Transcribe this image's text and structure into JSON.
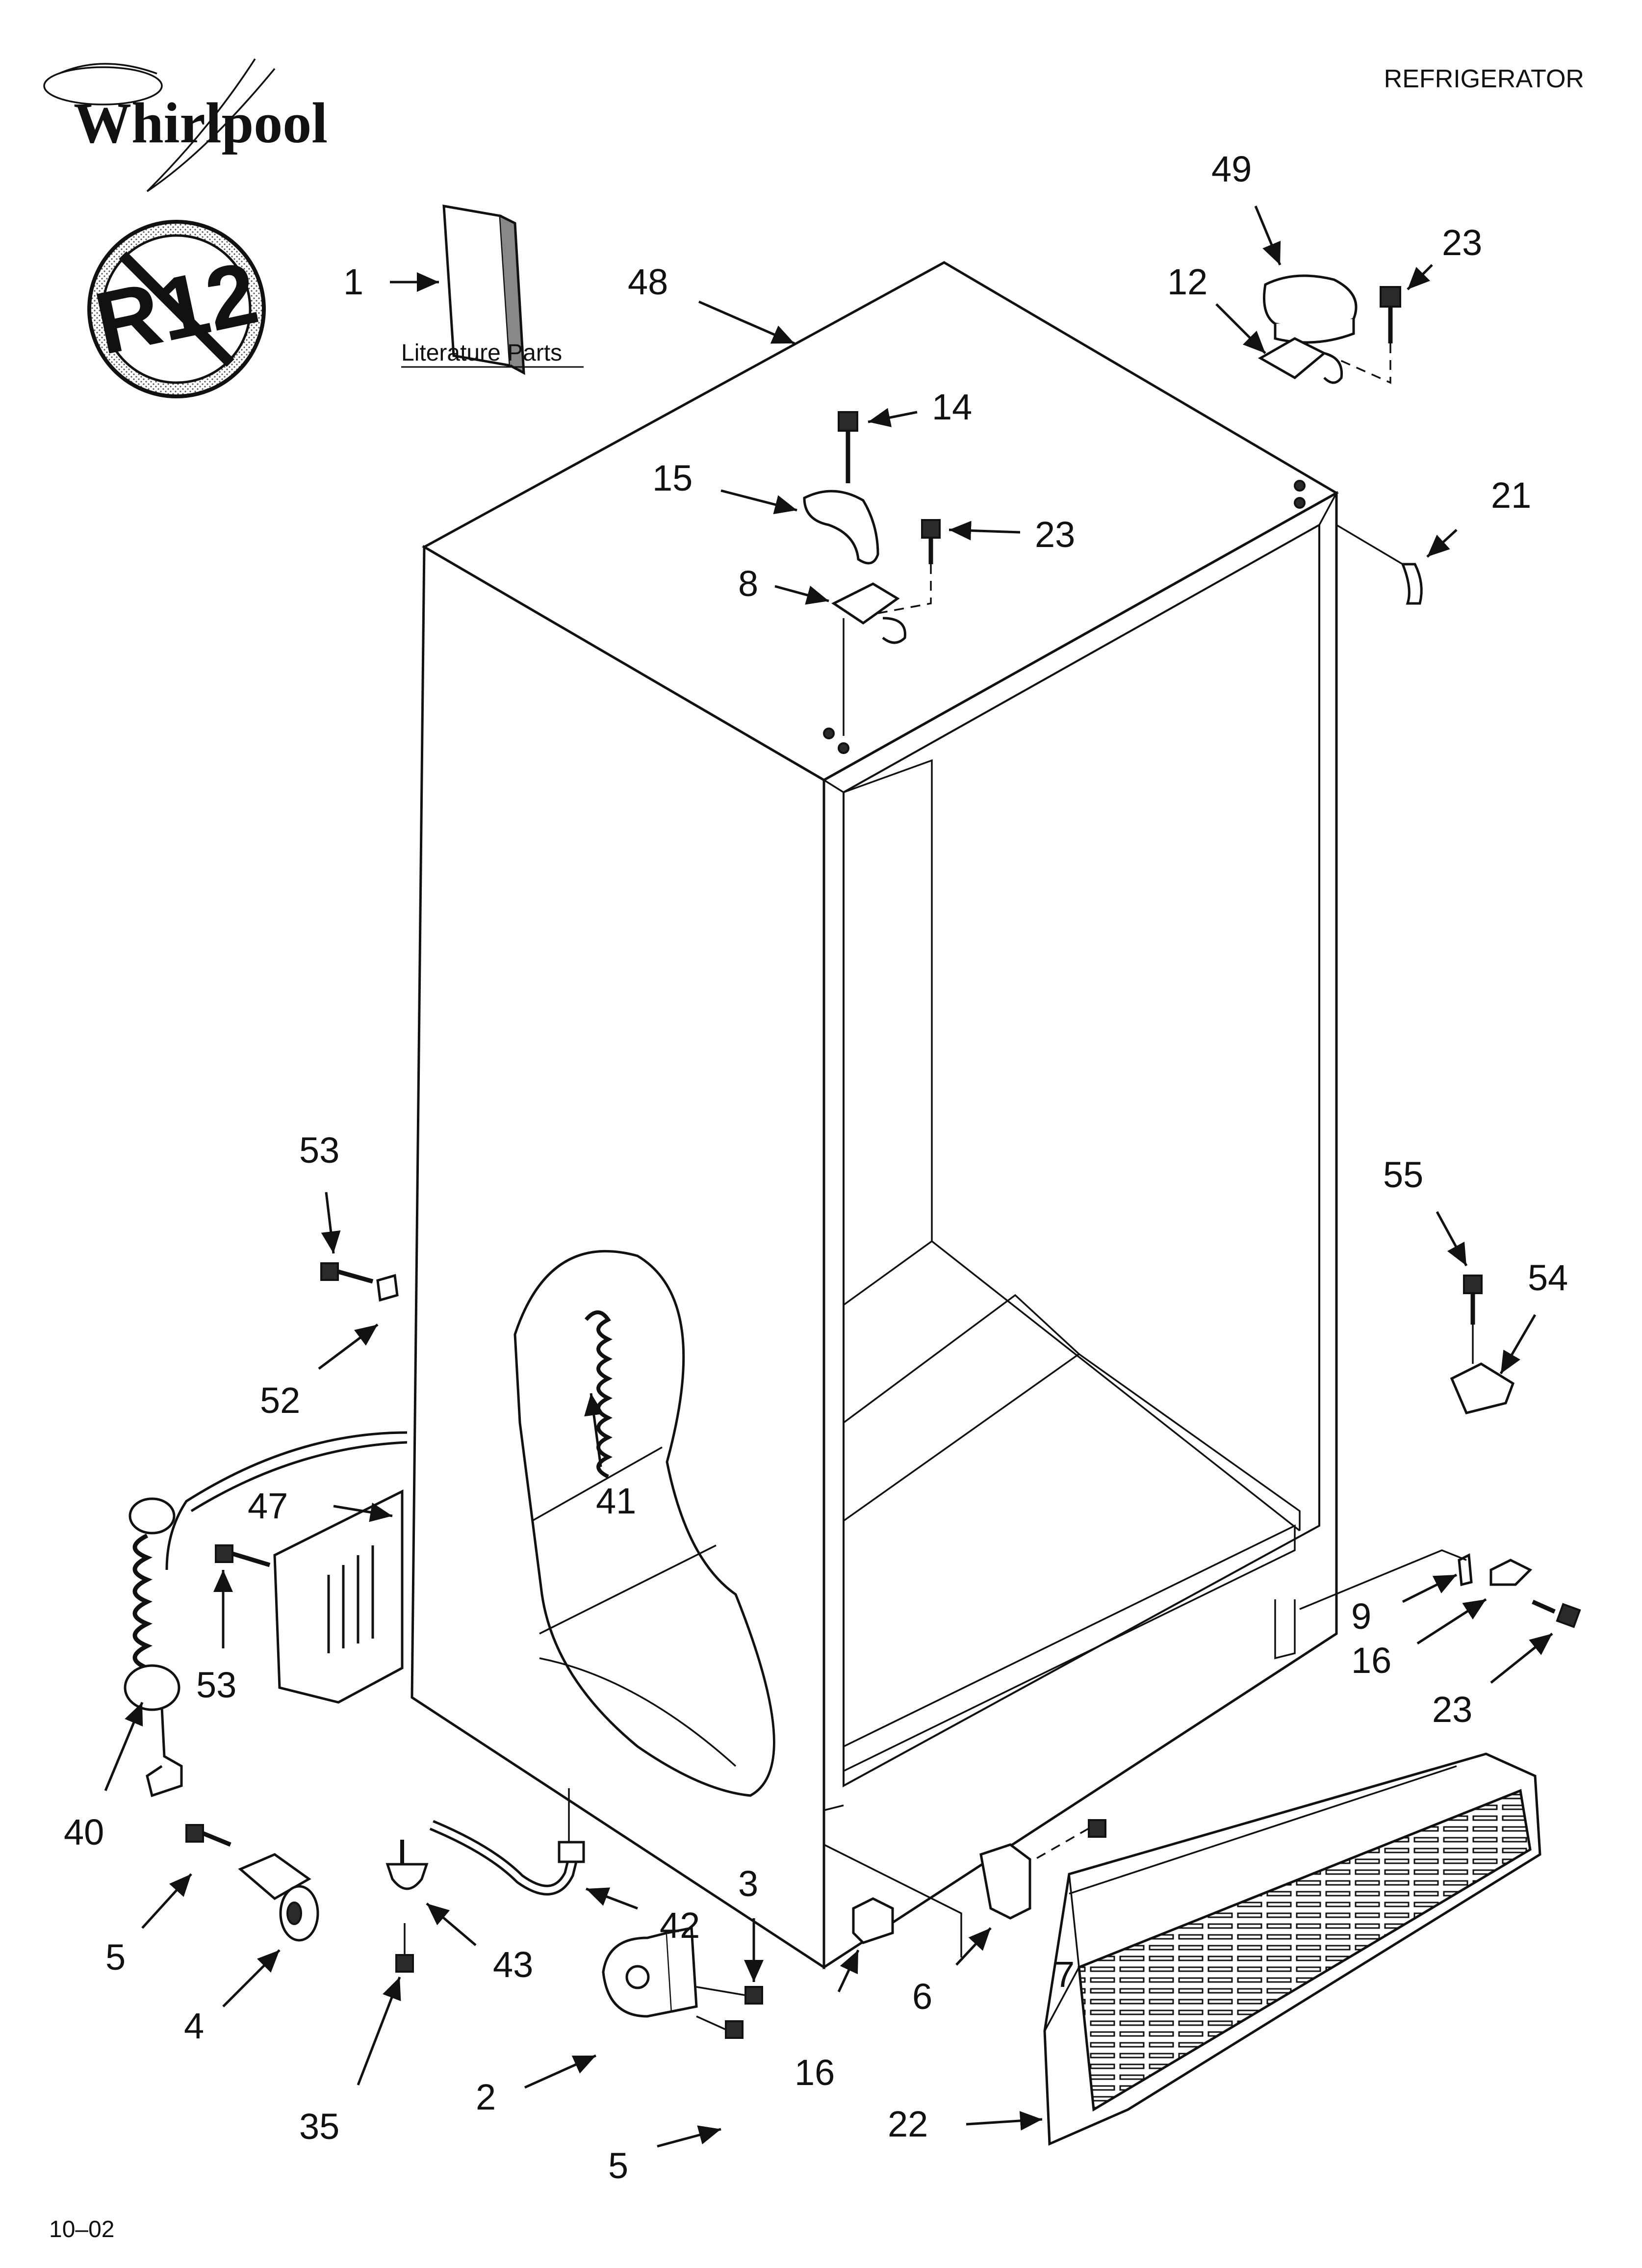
{
  "header": {
    "brand": "Whirlpool",
    "document_title": "REFRIGERATOR",
    "badge_text": "R12"
  },
  "literature": {
    "label": "Literature Parts",
    "number": "1"
  },
  "footer": {
    "date_code": "10–02"
  },
  "callouts": {
    "c48": "48",
    "c49": "49",
    "c23a": "23",
    "c12": "12",
    "c14": "14",
    "c15": "15",
    "c23b": "23",
    "c21": "21",
    "c8": "8",
    "c53a": "53",
    "c52": "52",
    "c55": "55",
    "c54": "54",
    "c47": "47",
    "c41": "41",
    "c53b": "53",
    "c40": "40",
    "c9": "9",
    "c16a": "16",
    "c23c": "23",
    "c5a": "5",
    "c4": "4",
    "c35": "35",
    "c43": "43",
    "c42": "42",
    "c3": "3",
    "c2": "2",
    "c5b": "5",
    "c16b": "16",
    "c6": "6",
    "c7": "7",
    "c22": "22"
  }
}
